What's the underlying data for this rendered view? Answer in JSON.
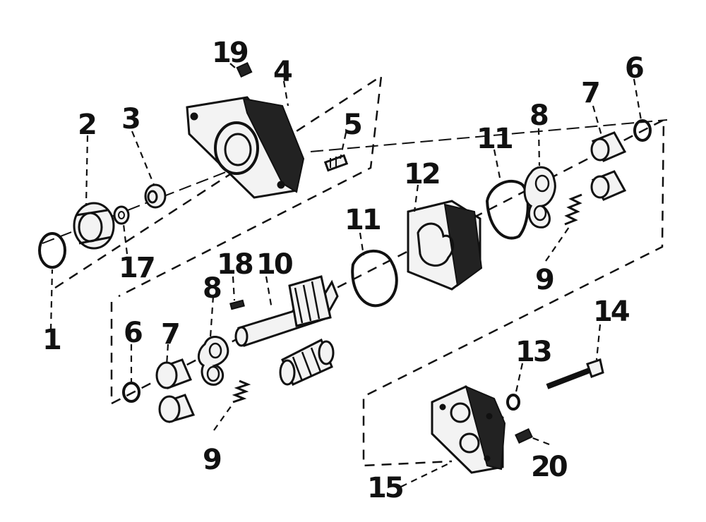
{
  "callouts": {
    "c1": "1",
    "c2": "2",
    "c3": "3",
    "c4": "4",
    "c5": "5",
    "c6a": "6",
    "c6b": "6",
    "c7a": "7",
    "c7b": "7",
    "c8a": "8",
    "c8b": "8",
    "c9a": "9",
    "c9b": "9",
    "c10": "10",
    "c11a": "11",
    "c11b": "11",
    "c12": "12",
    "c13": "13",
    "c14": "14",
    "c15": "15",
    "c17": "17",
    "c18": "18",
    "c19": "19",
    "c20": "20"
  }
}
